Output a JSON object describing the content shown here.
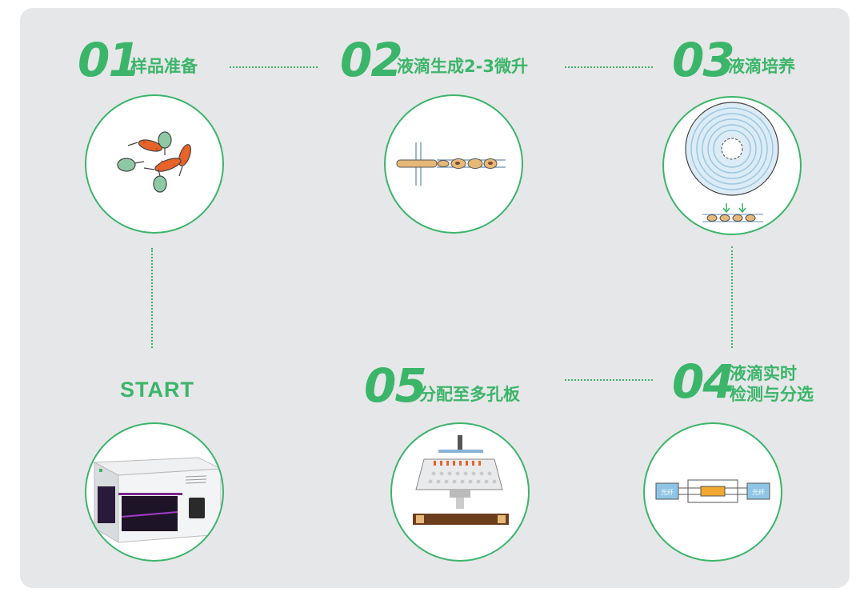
{
  "steps": [
    {
      "num": "01",
      "label": "样品准备"
    },
    {
      "num": "02",
      "label": "液滴生成2-3微升"
    },
    {
      "num": "03",
      "label": "液滴培养"
    },
    {
      "num": "04",
      "label_line1": "液滴实时",
      "label_line2": "检测与分选"
    },
    {
      "num": "05",
      "label": "分配至多孔板"
    }
  ],
  "start_label": "START",
  "device_label": "光纤",
  "colors": {
    "accent": "#3bb56a",
    "panel": "#e6e7e8",
    "circle": "#ffffff"
  }
}
